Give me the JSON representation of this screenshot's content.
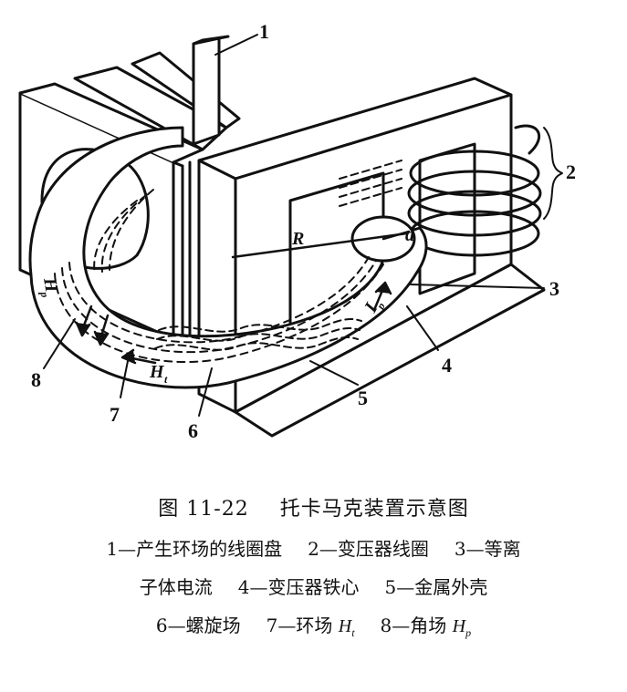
{
  "figure": {
    "callouts": [
      "1",
      "2",
      "3",
      "4",
      "5",
      "6",
      "7",
      "8"
    ],
    "symbols": {
      "radius": "R",
      "minor_radius": "a",
      "toroidal_field": "H",
      "toroidal_sub": "t",
      "poloidal_field": "H",
      "poloidal_sub": "p",
      "current": "I",
      "current_sub": "p"
    }
  },
  "caption": {
    "number": "图 11-22",
    "title": "托卡马克装置示意图",
    "line1": [
      "1—产生环场的线圈盘",
      "2—变压器线圈",
      "3—等离"
    ],
    "line2": [
      "子体电流",
      "4—变压器铁心",
      "5—金属外壳"
    ],
    "line3": {
      "item6": "6—螺旋场",
      "item7_prefix": "7—环场 ",
      "item7_symbol": "H",
      "item7_sub": "t",
      "item8_prefix": "8—角场 ",
      "item8_symbol": "H",
      "item8_sub": "p"
    }
  }
}
